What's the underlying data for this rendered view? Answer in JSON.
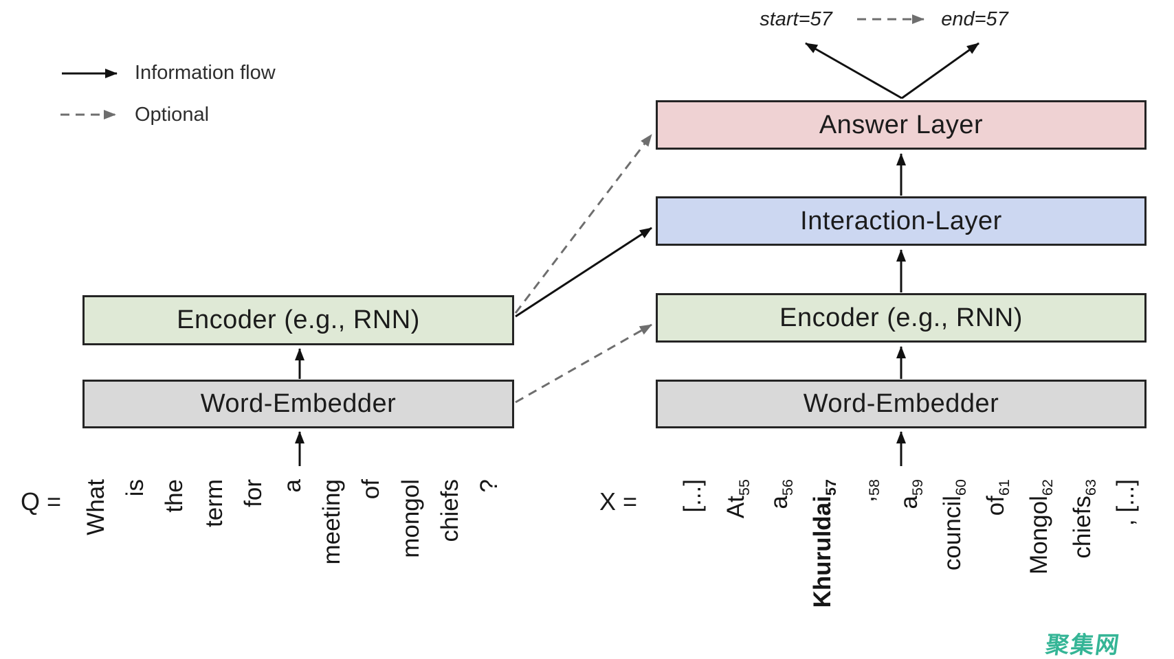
{
  "legend": {
    "information_flow_label": "Information flow",
    "optional_label": "Optional"
  },
  "outputs": {
    "start_label": "start=57",
    "end_label": "end=57"
  },
  "layers": {
    "answer": "Answer Layer",
    "interaction": "Interaction-Layer",
    "encoder_question": "Encoder (e.g., RNN)",
    "encoder_context": "Encoder (e.g., RNN)",
    "embedder_question": "Word-Embedder",
    "embedder_context": "Word-Embedder"
  },
  "question": {
    "prefix": "Q =",
    "tokens": [
      {
        "text": "What"
      },
      {
        "text": "is"
      },
      {
        "text": "the"
      },
      {
        "text": "term"
      },
      {
        "text": "for"
      },
      {
        "text": "a"
      },
      {
        "text": "meeting"
      },
      {
        "text": "of"
      },
      {
        "text": "mongol"
      },
      {
        "text": "chiefs"
      },
      {
        "text": "?"
      }
    ]
  },
  "context": {
    "prefix": "X =",
    "tokens": [
      {
        "text": "[...]"
      },
      {
        "text": "At",
        "sub": "55"
      },
      {
        "text": "a",
        "sub": "56"
      },
      {
        "text": "Khuruldai",
        "sub": "57",
        "bold": true
      },
      {
        "text": ",",
        "sub": "58"
      },
      {
        "text": "a",
        "sub": "59"
      },
      {
        "text": "council",
        "sub": "60"
      },
      {
        "text": "of",
        "sub": "61"
      },
      {
        "text": "Mongol",
        "sub": "62"
      },
      {
        "text": "chiefs",
        "sub": "63"
      },
      {
        "text": ", [...]"
      }
    ]
  },
  "colors": {
    "answer_fill": "#efd2d3",
    "interaction_fill": "#ccd7f1",
    "encoder_fill": "#dfe9d6",
    "embedder_fill": "#d9d9d9",
    "solid_arrow": "#111111",
    "dashed_arrow": "#6e6e6e",
    "watermark": "#35b596"
  },
  "watermark": "聚集网"
}
